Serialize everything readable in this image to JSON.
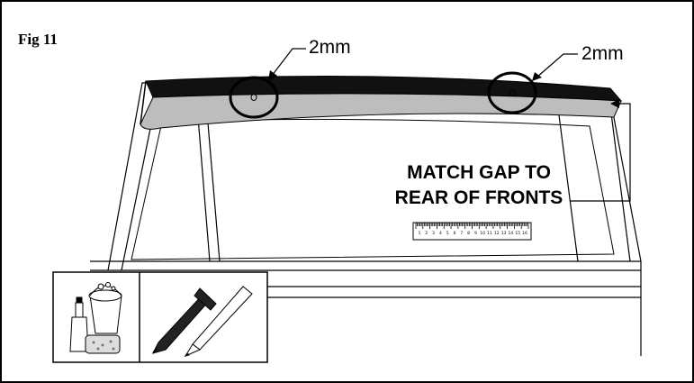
{
  "figure": {
    "label": "Fig 11"
  },
  "callouts": {
    "left_gap": "2mm",
    "right_gap": "2mm"
  },
  "note": {
    "line1": "MATCH GAP TO",
    "line2": "REAR OF FRONTS"
  },
  "ruler": {
    "numbers": [
      "1",
      "2",
      "3",
      "4",
      "5",
      "6",
      "7",
      "8",
      "9",
      "10",
      "11",
      "12",
      "13",
      "14",
      "15",
      "16"
    ]
  },
  "tools": {
    "left_panel": "cleaning-supplies",
    "right_panel": "marker-and-pencil"
  }
}
